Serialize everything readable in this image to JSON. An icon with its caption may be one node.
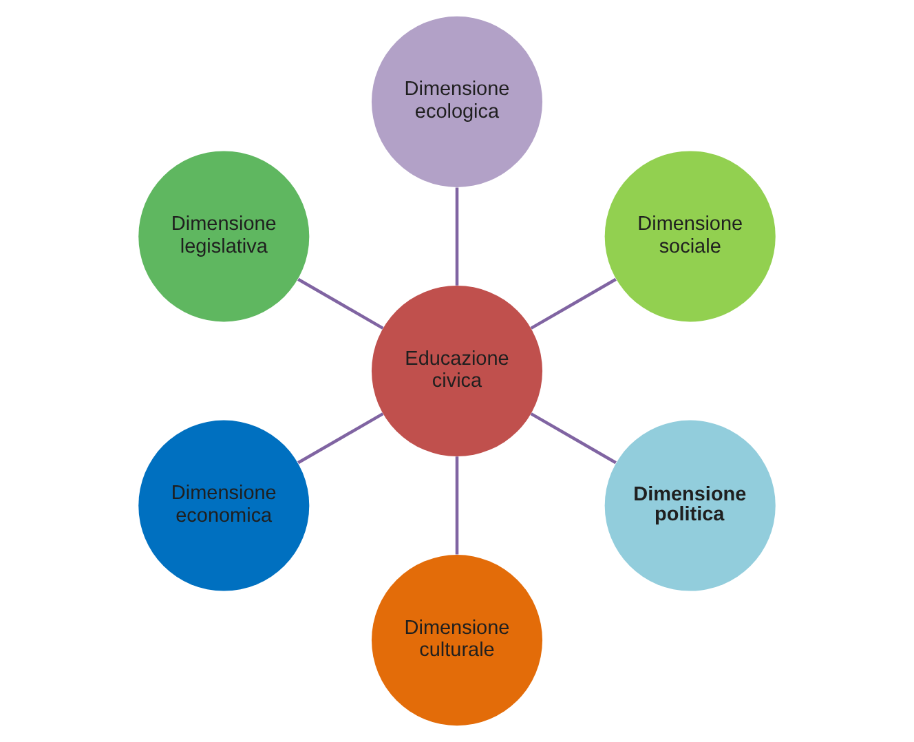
{
  "diagram": {
    "nodes": [
      {
        "text": [
          "Dimensione sociale"
        ]
      },
      {
        "text": [
          "Dimensione ecologica"
        ]
      },
      {
        "text": [
          "Dimensione legislativa"
        ]
      },
      {
        "text": [
          "Educazione civica"
        ]
      },
      {
        "text": [
          "Dimensione economica"
        ]
      },
      {
        "text": [
          "Dimensione culturale"
        ]
      },
      {
        "text": [
          "Dimensione politica"
        ]
      }
    ],
    "edges": [
      {
        "from": 3,
        "to": 0,
        "arrow": "none"
      },
      {
        "from": 3,
        "to": 2,
        "arrow": "none"
      },
      {
        "from": 3,
        "to": 5,
        "arrow": "none"
      },
      {
        "from": 3,
        "to": 6,
        "arrow": "none"
      },
      {
        "from": 3,
        "to": 4,
        "arrow": "none"
      },
      {
        "from": 3,
        "to": 1,
        "arrow": "none"
      }
    ]
  }
}
